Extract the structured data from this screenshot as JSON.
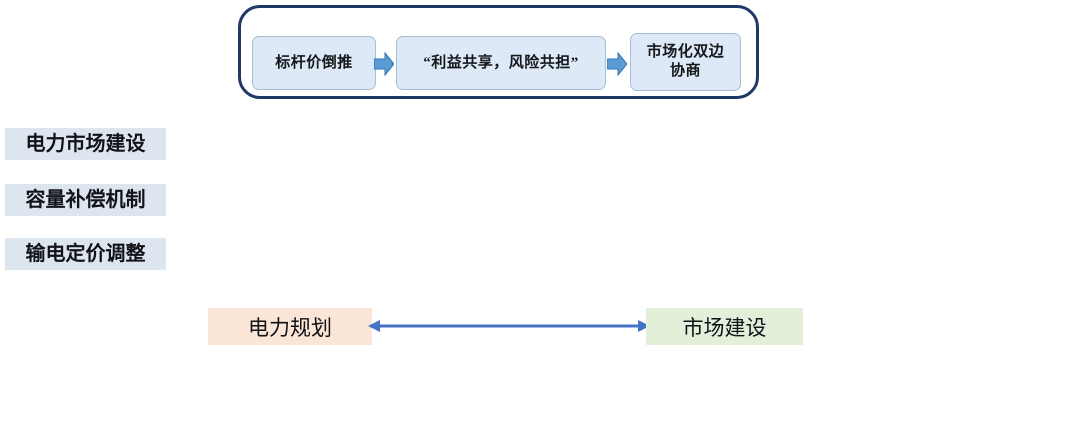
{
  "colors": {
    "container_border": "#1f3864",
    "flow_box_fill": "#dde9f7",
    "flow_box_border": "#a8bdd4",
    "arrow_blue": "#4472c4",
    "block_arrow_fill": "#5b9bd5",
    "side_label_fill": "#dde6ef",
    "left_end_fill": "#fbe5d6",
    "right_end_fill": "#e2efd9",
    "text": "#111318",
    "background": "#ffffff"
  },
  "flow": {
    "steps": [
      {
        "label": "标杆价倒推"
      },
      {
        "label": "“利益共享，风险共担”"
      },
      {
        "label": "市场化双边\n协商"
      }
    ],
    "connector_icon": "right-block-arrow-icon"
  },
  "side_labels": [
    {
      "label": "电力市场建设"
    },
    {
      "label": "容量补偿机制"
    },
    {
      "label": "输电定价调整"
    }
  ],
  "relation": {
    "left": {
      "label": "电力规划"
    },
    "right": {
      "label": "市场建设"
    },
    "connector_icon": "double-headed-arrow-icon"
  }
}
